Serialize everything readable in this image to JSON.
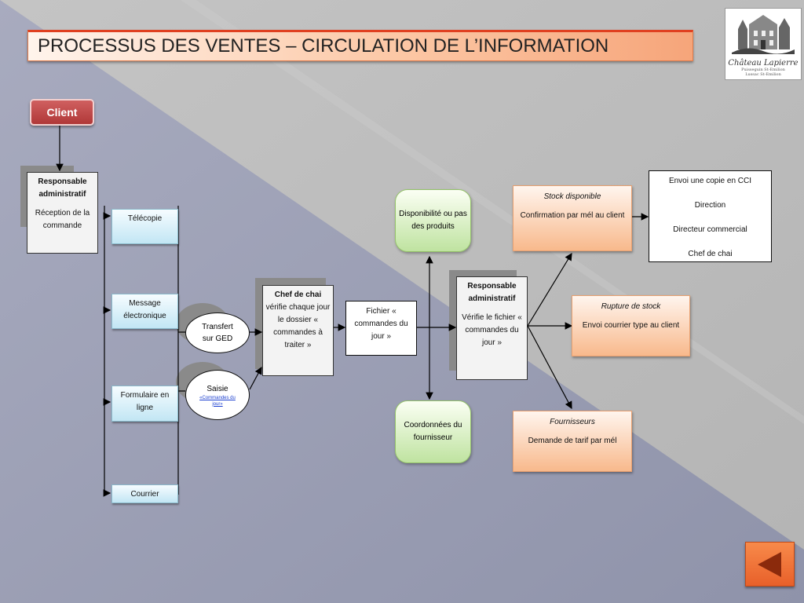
{
  "title": "PROCESSUS DES VENTES – CIRCULATION DE L’INFORMATION",
  "logo": {
    "name": "Château Lapierre",
    "line1": "Puisseguin St-Emilion",
    "line2": "Lussac St-Emilion"
  },
  "client": "Client",
  "resp_admin_1": {
    "title": "Responsable administratif",
    "text": "Réception de la commande"
  },
  "channels": [
    "Télécopie",
    "Message électronique",
    "Formulaire en ligne",
    "Courrier"
  ],
  "transfert": "Transfert sur GED",
  "saisie": {
    "title": "Saisie",
    "link": "«Commandes du jour»"
  },
  "chef_chai": {
    "title": "Chef de chai",
    "text": "vérifie chaque jour le dossier « commandes à traiter »"
  },
  "fichier": "Fichier « commandes du jour »",
  "dispo": "Disponibilité ou pas des produits",
  "coord": "Coordonnées du fournisseur",
  "resp_admin_2": {
    "title": "Responsable administratif",
    "text": "Vérifie le fichier « commandes du jour »"
  },
  "stock_dispo": {
    "title": "Stock disponible",
    "text": "Confirmation par mél au client"
  },
  "envoi": {
    "l1": "Envoi une copie en CCI",
    "l2": "Direction",
    "l3": "Directeur commercial",
    "l4": "Chef de chai"
  },
  "rupture": {
    "title": "Rupture de stock",
    "text": "Envoi courrier type au client"
  },
  "fournisseurs": {
    "title": "Fournisseurs",
    "text": "Demande de tarif par mél"
  },
  "colors": {
    "accent_title_border": "#e04020",
    "client_red": "#b03838",
    "channel_blue": "#c2e6f4",
    "orange": "#f8b98c",
    "green": "#bfe3a0"
  }
}
